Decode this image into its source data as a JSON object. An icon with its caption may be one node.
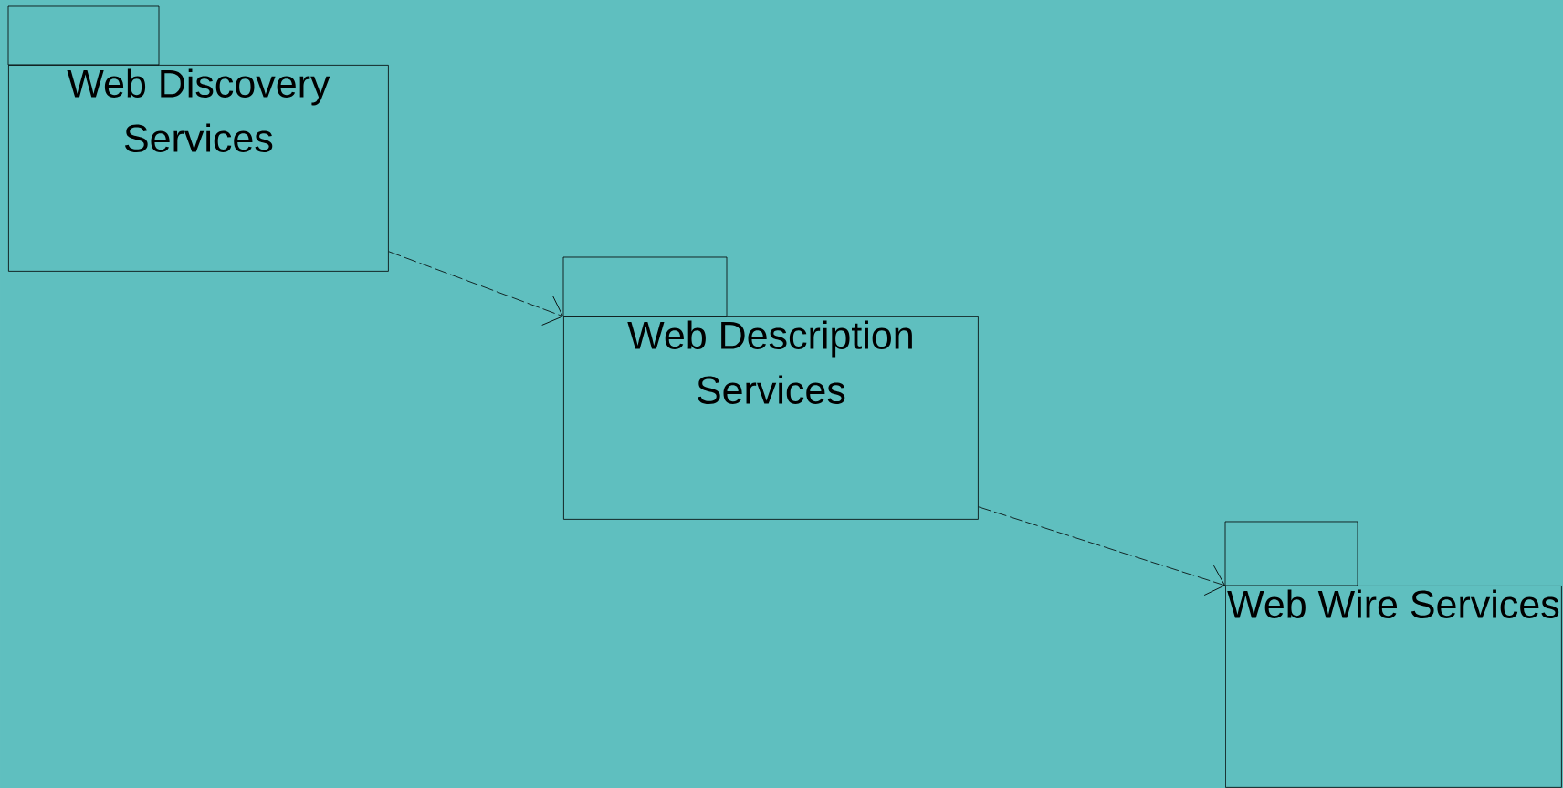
{
  "diagram": {
    "nodes": [
      {
        "text": [
          "Web Discovery Services"
        ]
      },
      {
        "text": [
          "Web Description Services"
        ]
      },
      {
        "text": [
          "Web Wire Services"
        ]
      }
    ],
    "edges": [
      {
        "from": 0,
        "to": 1,
        "arrow": "to",
        "style": "dashed"
      },
      {
        "from": 1,
        "to": 2,
        "arrow": "to",
        "style": "dashed"
      }
    ]
  }
}
